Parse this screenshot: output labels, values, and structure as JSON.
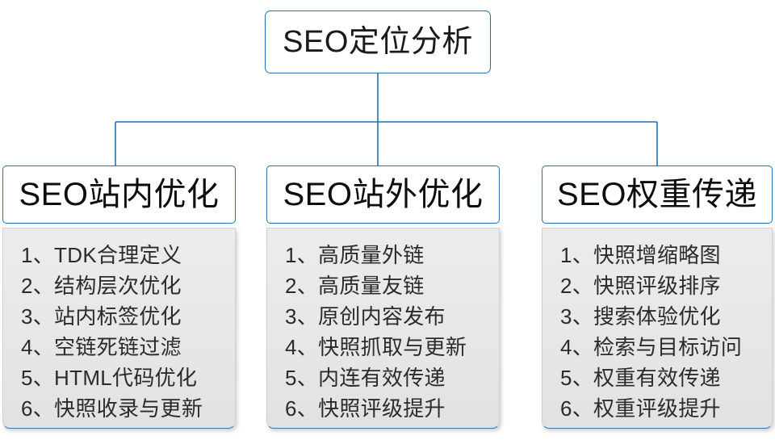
{
  "diagram": {
    "type": "organization-tree",
    "root": {
      "label": "SEO定位分析"
    },
    "branches": [
      {
        "id": "on-site",
        "header": "SEO站内优化",
        "items": [
          "1、TDK合理定义",
          "2、结构层次优化",
          "3、站内标签优化",
          "4、空链死链过滤",
          "5、HTML代码优化",
          "6、快照收录与更新"
        ]
      },
      {
        "id": "off-site",
        "header": "SEO站外优化",
        "items": [
          "1、高质量外链",
          "2、高质量友链",
          "3、原创内容发布",
          "4、快照抓取与更新",
          "5、内连有效传递",
          "6、快照评级提升"
        ]
      },
      {
        "id": "weight-transfer",
        "header": "SEO权重传递",
        "items": [
          "1、快照增缩略图",
          "2、快照评级排序",
          "3、搜索体验优化",
          "4、检索与目标访问",
          "5、权重有效传递",
          "6、权重评级提升"
        ]
      }
    ],
    "colors": {
      "connector": "#1f72b8",
      "node_border": "#1f72b8",
      "node_fill": "#ffffff",
      "panel_fill": "#e8e8e8",
      "panel_border": "#cfd3d6",
      "panel_accent": "#2f79bd",
      "text": "#2b2b2b",
      "heading_text": "#0d0d0d"
    }
  }
}
